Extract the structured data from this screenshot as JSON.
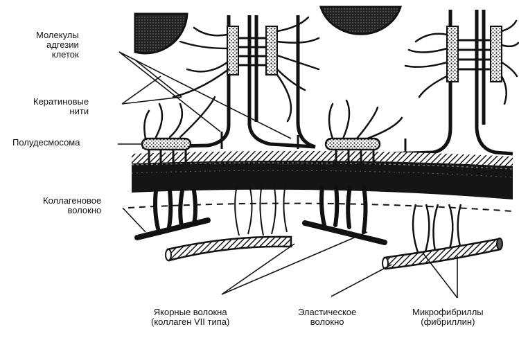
{
  "figure": {
    "labels": {
      "cell_adhesion_molecules": [
        "Молекулы",
        "адгезии",
        "клеток"
      ],
      "keratin_filaments": [
        "Кератиновые",
        "нити"
      ],
      "hemidesmosome": [
        "Полудесмосома"
      ],
      "collagen_fiber": [
        "Коллагеновое",
        "волокно"
      ],
      "anchoring_fibers": [
        "Якорные волокна",
        "(коллаген VII  типа)"
      ],
      "elastic_fiber": [
        "Эластическое",
        "волокно"
      ],
      "microfibrils": [
        "Микрофибриллы",
        "(фибриллин)"
      ]
    },
    "colors": {
      "ink": "#111111",
      "background": "#ffffff"
    }
  }
}
